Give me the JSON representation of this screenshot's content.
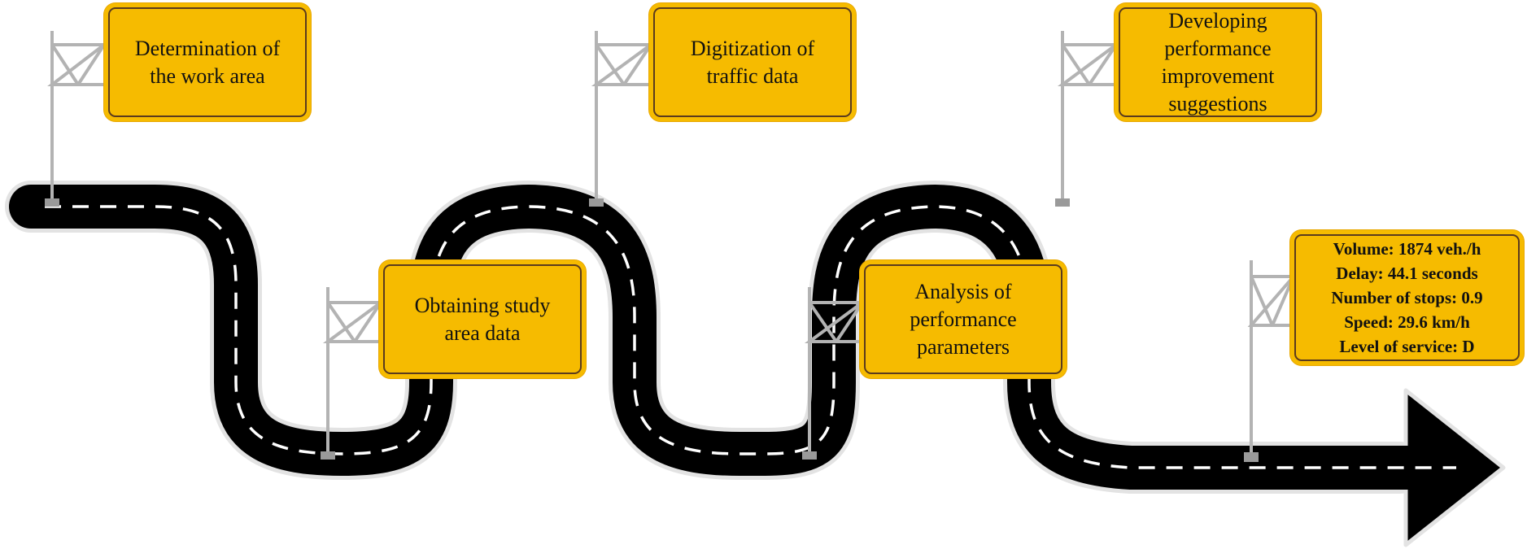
{
  "steps": [
    {
      "label": "Determination of\nthe work area"
    },
    {
      "label": "Obtaining study\narea data"
    },
    {
      "label": "Digitization of\ntraffic data"
    },
    {
      "label": "Analysis of\nperformance\nparameters"
    },
    {
      "label": "Developing\nperformance\nimprovement\nsuggestions"
    }
  ],
  "results": {
    "volume": "Volume: 1874 veh./h",
    "delay": "Delay: 44.1 seconds",
    "stops": "Number of stops: 0.9",
    "speed": "Speed: 29.6 km/h",
    "los": "Level of service: D"
  },
  "colors": {
    "sign_fill": "#f6bb00",
    "sign_border": "#5a3b1e",
    "road": "#000000",
    "road_edge": "#e6e6e6",
    "lane_marking": "#ffffff",
    "pole": "#b0b0b0"
  },
  "icons": [
    "road-arrow-icon",
    "signpost-icon"
  ]
}
